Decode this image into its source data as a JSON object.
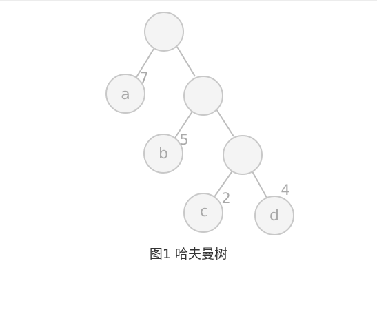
{
  "colors": {
    "node_fill": "#f4f4f4",
    "node_stroke": "#c8c8c8",
    "edge": "#bdbdbd",
    "label_text": "#a9a9a9",
    "caption_text": "#333333"
  },
  "tree": {
    "root": "",
    "internal_1": "",
    "internal_2": "",
    "leaf_a": "a",
    "leaf_b": "b",
    "leaf_c": "c",
    "leaf_d": "d",
    "weight_a": "7",
    "weight_b": "5",
    "weight_c": "2",
    "weight_d": "4"
  },
  "caption": "图1 哈夫曼树"
}
